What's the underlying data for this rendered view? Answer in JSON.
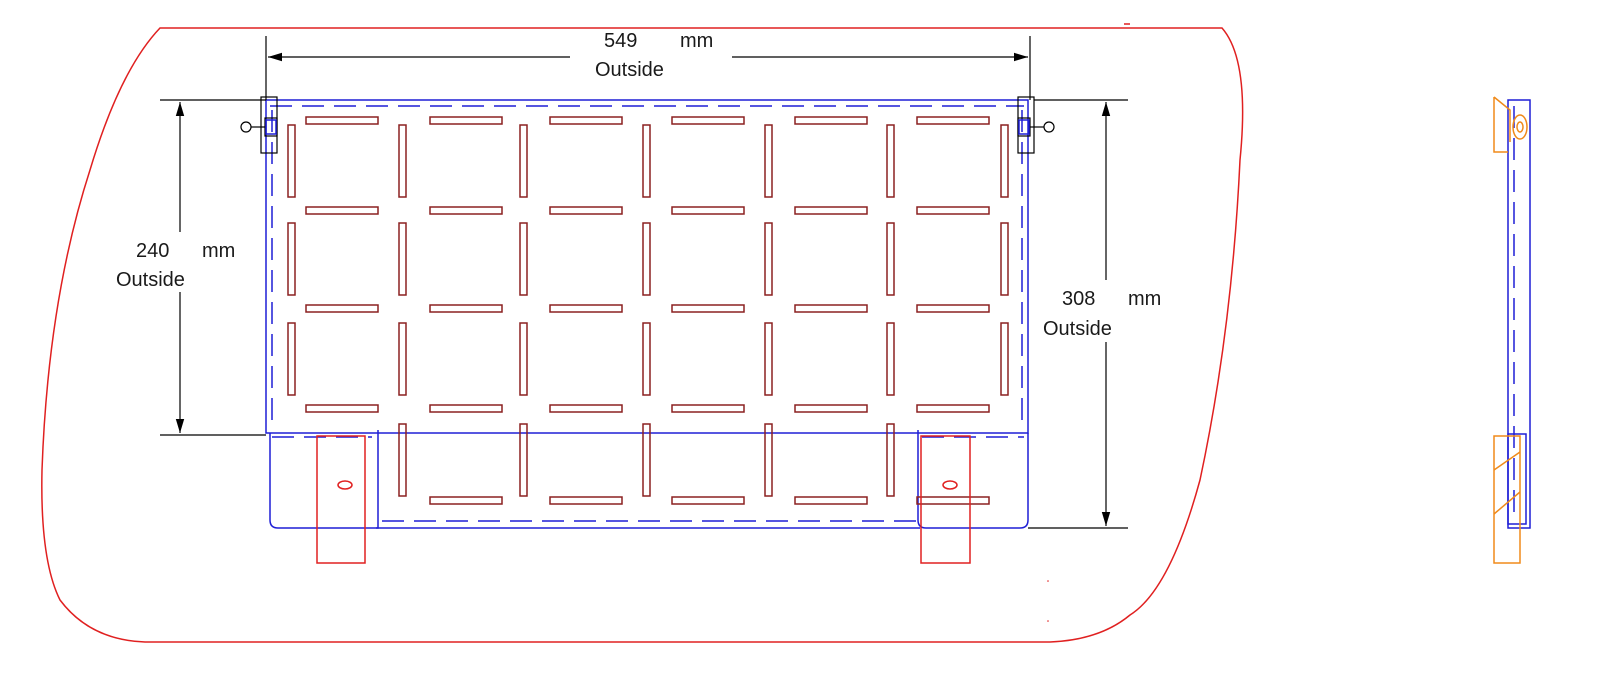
{
  "dimensions": {
    "width": {
      "value": "549",
      "unit": "mm",
      "note": "Outside"
    },
    "height_inner": {
      "value": "240",
      "unit": "mm",
      "note": "Outside"
    },
    "height_total": {
      "value": "308",
      "unit": "mm",
      "note": "Outside"
    }
  },
  "grid": {
    "columns": 6,
    "rows": 4
  },
  "colors": {
    "outline": "#e02020",
    "frame": "#1f1fd6",
    "slots": "#8b2020",
    "dimension": "#000000",
    "side_detail": "#f08a1a"
  }
}
